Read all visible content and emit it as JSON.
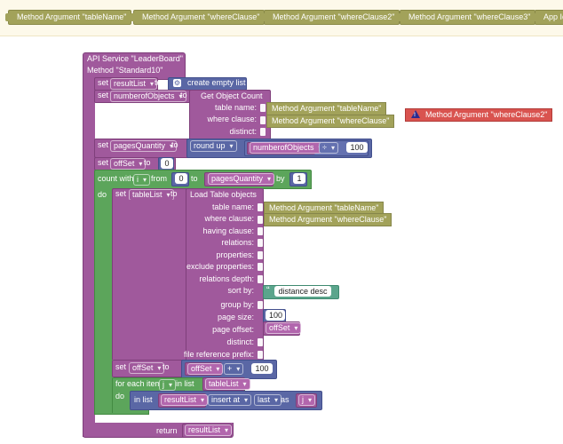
{
  "top_bar": {
    "chips": [
      "Method Argument \"tableName\"",
      "Method Argument \"whereClause\"",
      "Method Argument \"whereClause2\"",
      "Method Argument \"whereClause3\"",
      "App Id"
    ]
  },
  "main": {
    "service_header": "API Service \"LeaderBoard\"",
    "method_header": "Method \"Standard10\"",
    "set_label": "set",
    "to_label": "to",
    "do_label": "do",
    "result_list_var": "resultList",
    "create_empty_list": "create empty list",
    "number_of_objects_var": "numberofObjects",
    "get_object_count": "Get Object Count",
    "table_name_label": "table name:",
    "where_clause_label": "where clause:",
    "distinct_label": "distinct:",
    "arg_table_name": "Method Argument \"tableName\"",
    "arg_where_clause": "Method Argument \"whereClause\"",
    "arg_where_clause2_error": "Method Argument \"whereClause2\"",
    "pages_quantity_var": "pagesQuantity",
    "round_up": "round up",
    "div_op": "÷",
    "num_100": "100",
    "offset_var": "offSet",
    "num_0": "0",
    "count_with": "count with",
    "i_var": "i",
    "from_label": "from",
    "by_label": "by",
    "num_1": "1",
    "table_list_var": "tableList",
    "load_table_objects": "Load Table objects",
    "having_clause_label": "having clause:",
    "relations_label": "relations:",
    "properties_label": "properties:",
    "exclude_properties_label": "exclude properties:",
    "relations_depth_label": "relations depth:",
    "sort_by_label": "sort by:",
    "sort_value": "distance desc",
    "group_by_label": "group by:",
    "page_size_label": "page size:",
    "page_offset_label": "page offset:",
    "file_reference_prefix_label": "file reference prefix:",
    "plus_op": "+",
    "for_each_item": "for each item",
    "j_var": "j",
    "in_list_label": "in list",
    "insert_at": "insert at",
    "last_label": "last",
    "as_label": "as",
    "return_label": "return"
  },
  "colors": {
    "procedure": "#a0599c",
    "loop": "#5ca55b",
    "math": "#5a67a5",
    "argument": "#a2a25a",
    "error": "#d9534f",
    "text": "#5ba58c"
  }
}
